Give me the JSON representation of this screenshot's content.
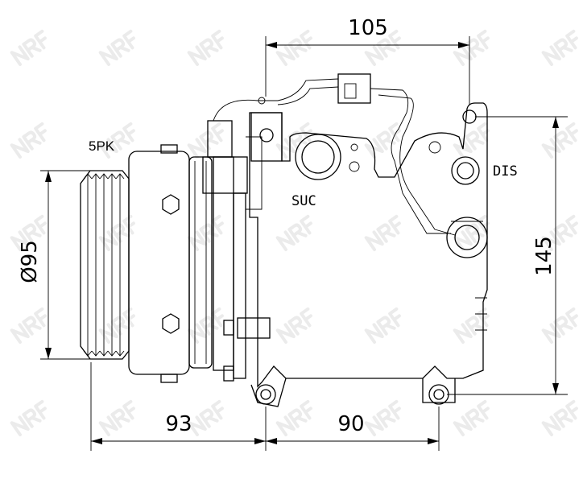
{
  "watermark": "NRF",
  "dimensions": {
    "top_width": "105",
    "height": "145",
    "pulley_diameter": "Ø95",
    "front_offset": "93",
    "mount_spacing": "90"
  },
  "labels": {
    "belt": "5PK",
    "suction": "SUC",
    "discharge": "DIS"
  }
}
